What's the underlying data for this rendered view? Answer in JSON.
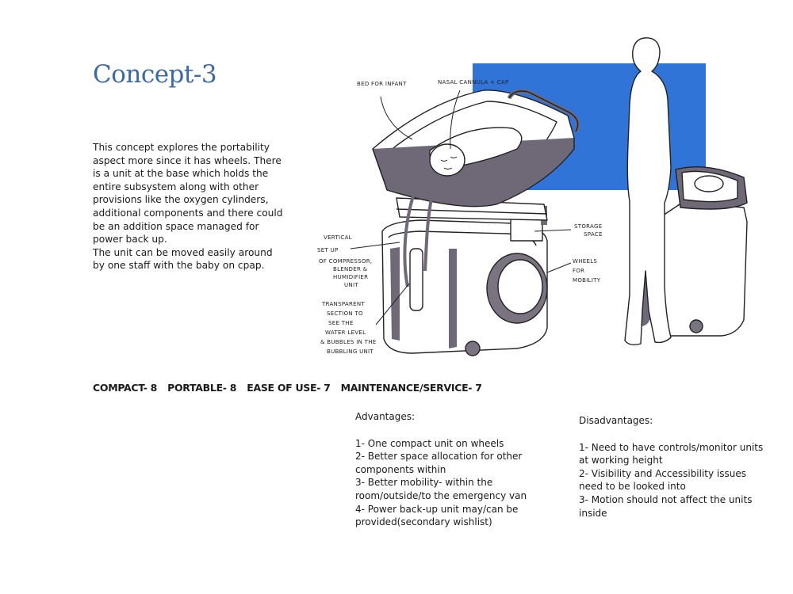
{
  "title": "Concept-3",
  "description": [
    "This concept explores the portability aspect more since it has wheels. There is a unit at the base which holds the entire subsystem along with other provisions like the oxygen cylinders, additional components and there could be an addition space managed for power back up.",
    "The unit can be moved easily around by one staff with the baby on cpap."
  ],
  "sketch_labels": {
    "bed": "BED FOR INFANT",
    "nasal": "NASAL CANNULA + CAP",
    "vertical_1": "VERTICAL",
    "vertical_2": "SET UP",
    "vertical_3": "OF COMPRESSOR,",
    "vertical_4": "BLENDER &",
    "vertical_5": "HUMIDIFIER",
    "vertical_6": "UNIT",
    "storage_1": "STORAGE",
    "storage_2": "SPACE",
    "wheels_1": "WHEELS",
    "wheels_2": "FOR",
    "wheels_3": "MOBILITY",
    "trans_1": "TRANSPARENT",
    "trans_2": "SECTION TO",
    "trans_3": "SEE THE",
    "trans_4": "WATER LEVEL",
    "trans_5": "& BUBBLES IN THE",
    "trans_6": "BUBBLING UNIT"
  },
  "ratings": [
    "COMPACT- 8",
    "PORTABLE- 8",
    "EASE OF USE- 7",
    "MAINTENANCE/SERVICE- 7"
  ],
  "advantages": {
    "heading": "Advantages:",
    "items": [
      "1- One compact unit on wheels",
      "2- Better space allocation for other components within",
      "3- Better mobility- within the room/outside/to the emergency van",
      "4- Power back-up unit may/can be provided(secondary wishlist)"
    ]
  },
  "disadvantages": {
    "heading": "Disadvantages:",
    "items": [
      "1- Need to have controls/monitor units at working height",
      "2- Visibility and Accessibility issues need to be looked into",
      "3- Motion should not affect the units inside"
    ]
  },
  "colors": {
    "title": "#3d6aa6",
    "backdrop": "#2f74d6",
    "shade": "#6f6877"
  }
}
